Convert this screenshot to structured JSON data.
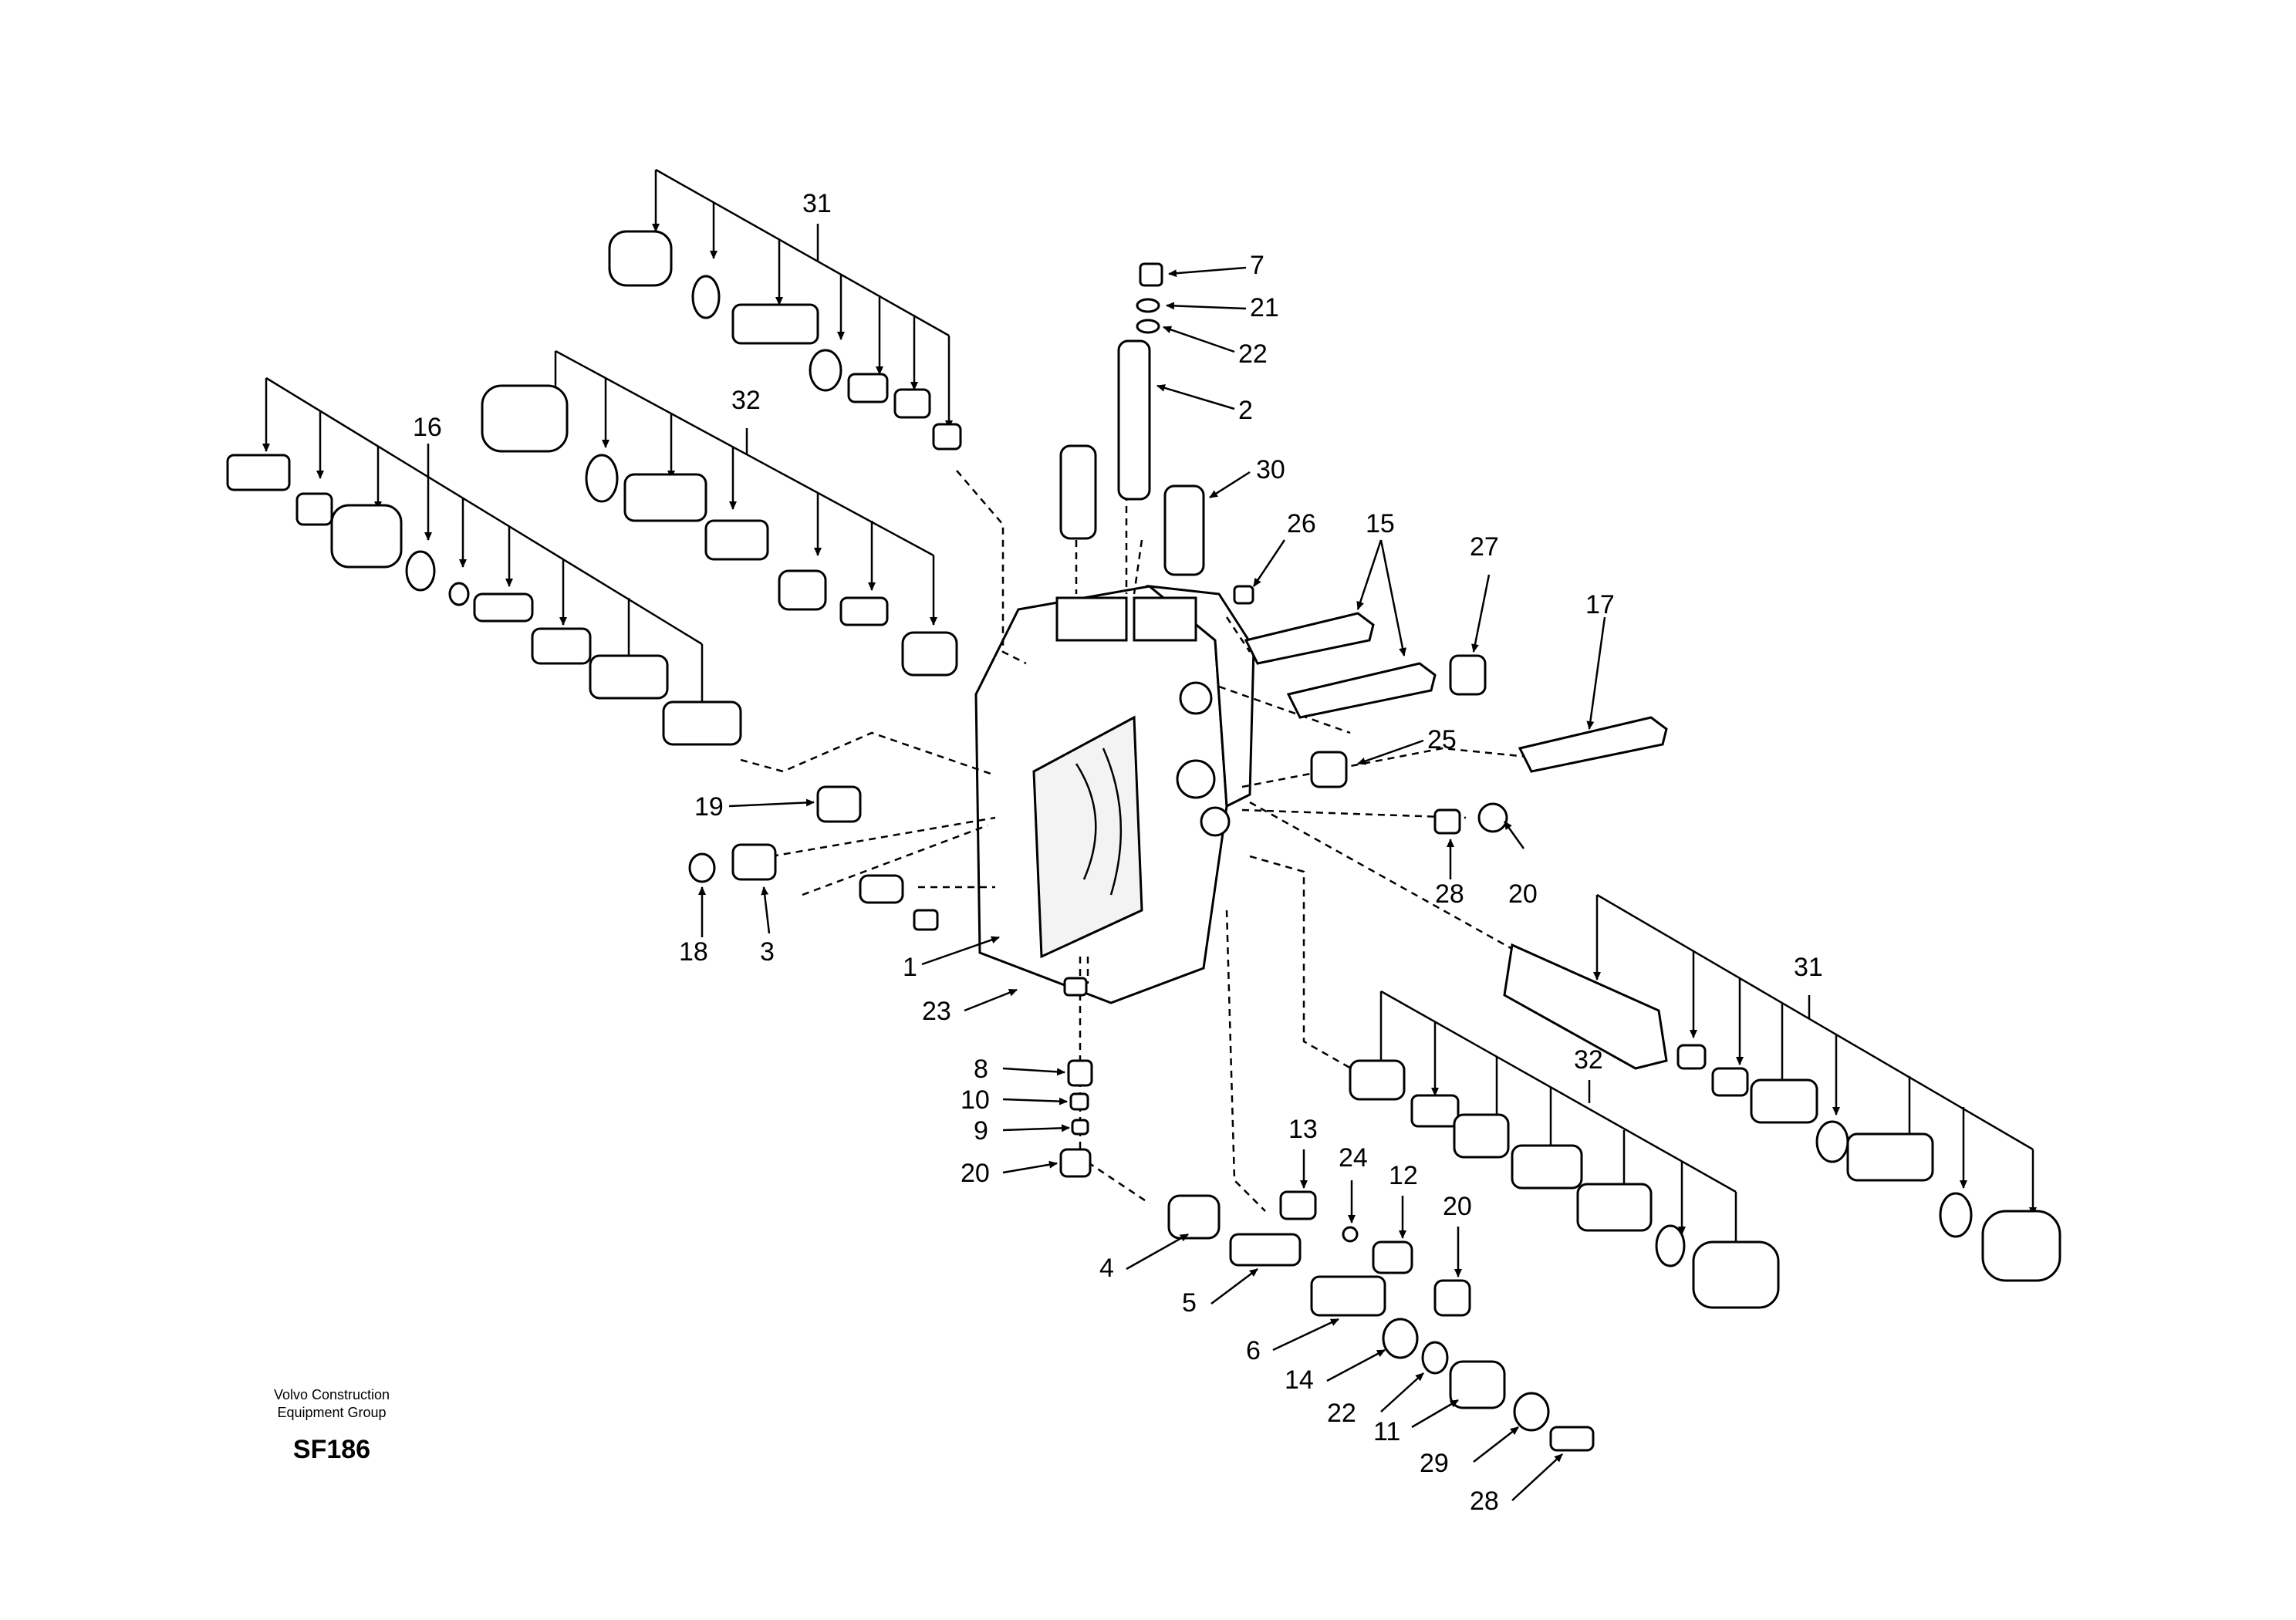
{
  "diagram": {
    "credit_line_1": "Volvo Construction",
    "credit_line_2": "Equipment Group",
    "code": "SF186",
    "callouts": [
      "31",
      "7",
      "21",
      "22",
      "2",
      "30",
      "32",
      "16",
      "26",
      "15",
      "27",
      "17",
      "25",
      "19",
      "28",
      "20",
      "18",
      "3",
      "1",
      "23",
      "8",
      "10",
      "9",
      "20",
      "31",
      "32",
      "13",
      "24",
      "12",
      "20",
      "4",
      "5",
      "6",
      "14",
      "22",
      "11",
      "29",
      "28"
    ]
  }
}
